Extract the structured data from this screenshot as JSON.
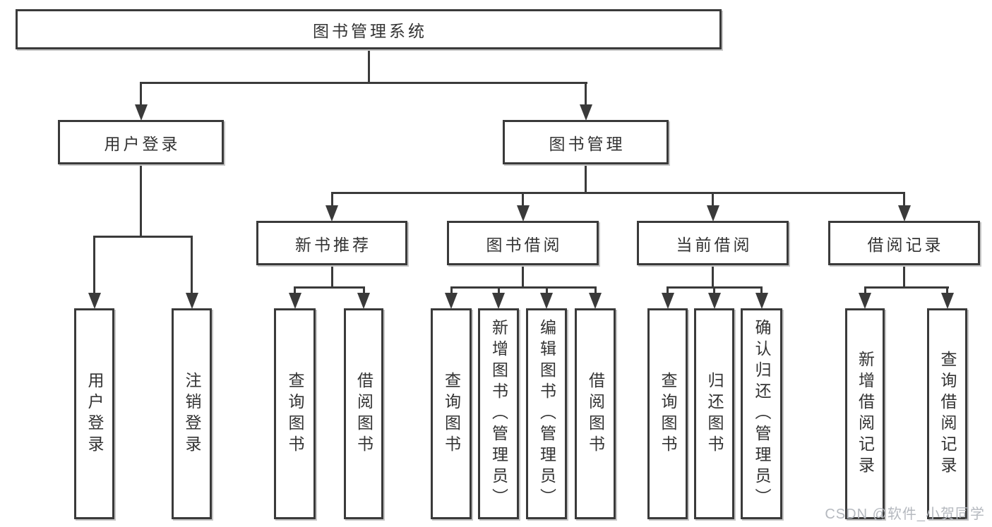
{
  "diagram": {
    "title": "图书管理系统",
    "watermark": "CSDN @软件_小贺同学",
    "colors": {
      "line": "#3a3a3a",
      "text": "#333333",
      "background": "#ffffff",
      "watermark": "#b5b9bf"
    },
    "level2": [
      {
        "label": "用户登录"
      },
      {
        "label": "图书管理"
      }
    ],
    "level3": [
      {
        "label": "新书推荐"
      },
      {
        "label": "图书借阅"
      },
      {
        "label": "当前借阅"
      },
      {
        "label": "借阅记录"
      }
    ],
    "leaves": [
      {
        "label": "用户登录"
      },
      {
        "label": "注销登录"
      },
      {
        "label": "查询图书"
      },
      {
        "label": "借阅图书"
      },
      {
        "label": "查询图书"
      },
      {
        "label": "新增图书（管理员）"
      },
      {
        "label": "编辑图书（管理员）"
      },
      {
        "label": "借阅图书"
      },
      {
        "label": "查询图书"
      },
      {
        "label": "归还图书"
      },
      {
        "label": "确认归还（管理员）"
      },
      {
        "label": "新增借阅记录"
      },
      {
        "label": "查询借阅记录"
      }
    ]
  }
}
